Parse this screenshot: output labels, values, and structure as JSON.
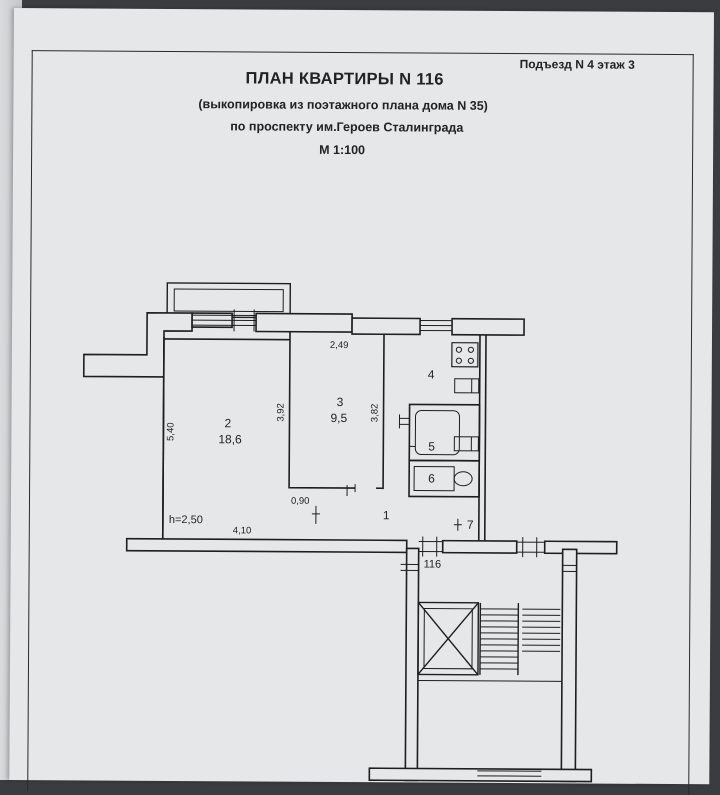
{
  "header": {
    "entrance_floor": "Подъезд N 4   этаж 3",
    "title": "ПЛАН КВАРТИРЫ  N 116",
    "subtitle": "(выкопировка из поэтажного плана дома N 35)",
    "address": "по проспекту им.Героев Сталинграда",
    "scale": "М 1:100"
  },
  "rooms": [
    {
      "number": "2",
      "area": "18,6"
    },
    {
      "number": "3",
      "area": "9,5"
    },
    {
      "number": "1"
    },
    {
      "number": "4"
    },
    {
      "number": "5"
    },
    {
      "number": "6"
    },
    {
      "number": "7"
    }
  ],
  "dimensions": {
    "room2_height": "5,40",
    "room2_width": "4,10",
    "ceiling_height": "h=2,50",
    "room3_width": "2,49",
    "room3_left": "3,92",
    "room3_right": "3,82",
    "door_width": "0,90"
  },
  "apartment_door_label": "116",
  "colors": {
    "paper": "#e6e7e9",
    "ink": "#222222",
    "background": "#3a3c40"
  }
}
